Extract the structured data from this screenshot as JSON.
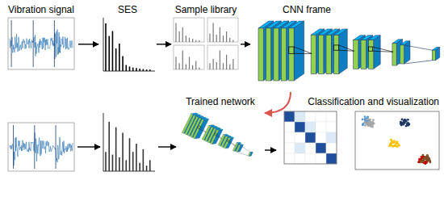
{
  "diagram": {
    "nodes": [
      {
        "text": [
          "Vibration signal"
        ]
      },
      {
        "text": [
          "SES"
        ]
      },
      {
        "text": [
          "Sample library"
        ]
      },
      {
        "text": [
          "CNN frame"
        ]
      },
      {
        "text": [
          "Trained network"
        ]
      },
      {
        "text": [
          "Classification and visualization"
        ]
      }
    ],
    "edges": [
      {
        "from": 0,
        "to": 1,
        "arrow": "to"
      },
      {
        "from": 1,
        "to": 2,
        "arrow": "to"
      },
      {
        "from": 2,
        "to": 3,
        "arrow": "to"
      },
      {
        "from": 3,
        "to": 4,
        "arrow": "to"
      },
      {
        "from": 4,
        "to": 5,
        "arrow": "to"
      }
    ]
  }
}
